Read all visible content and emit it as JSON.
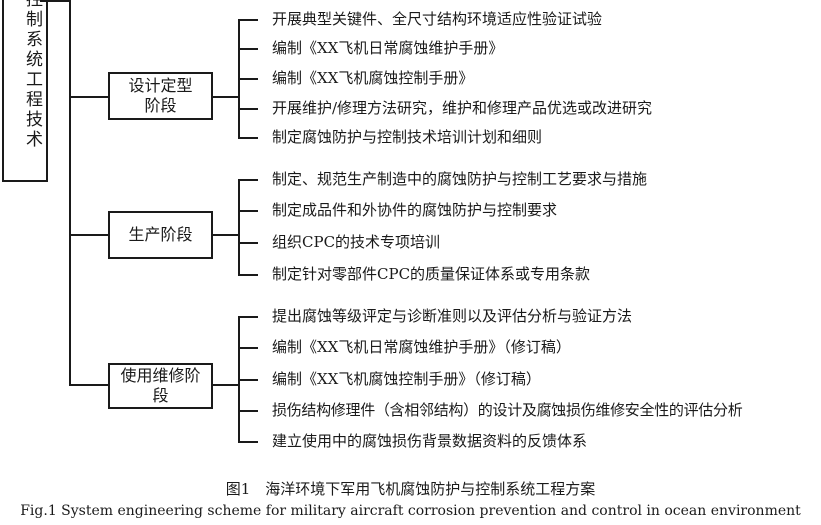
{
  "root": {
    "label": "控制系统工程技术"
  },
  "stages": [
    {
      "label": "设计定型\n阶段",
      "items": [
        "开展典型关键件、全尺寸结构环境适应性验证试验",
        "编制《XX飞机日常腐蚀维护手册》",
        "编制《XX飞机腐蚀控制手册》",
        "开展维护/修理方法研究，维护和修理产品优选或改进研究",
        "制定腐蚀防护与控制技术培训计划和细则"
      ]
    },
    {
      "label": "生产阶段",
      "items": [
        "制定、规范生产制造中的腐蚀防护与控制工艺要求与措施",
        "制定成品件和外协件的腐蚀防护与控制要求",
        "组织CPC的技术专项培训",
        "制定针对零部件CPC的质量保证体系或专用条款"
      ]
    },
    {
      "label": "使用维修阶\n段",
      "items": [
        "提出腐蚀等级评定与诊断准则以及评估分析与验证方法",
        "编制《XX飞机日常腐蚀维护手册》（修订稿）",
        "编制《XX飞机腐蚀控制手册》（修订稿）",
        "损伤结构修理件（含相邻结构）的设计及腐蚀损伤维修安全性的评估分析",
        "建立使用中的腐蚀损伤背景数据资料的反馈体系"
      ]
    }
  ],
  "caption": {
    "cn": "图1　海洋环境下军用飞机腐蚀防护与控制系统工程方案",
    "en": "Fig.1   System engineering scheme for military aircraft corrosion prevention and control in ocean environment"
  }
}
